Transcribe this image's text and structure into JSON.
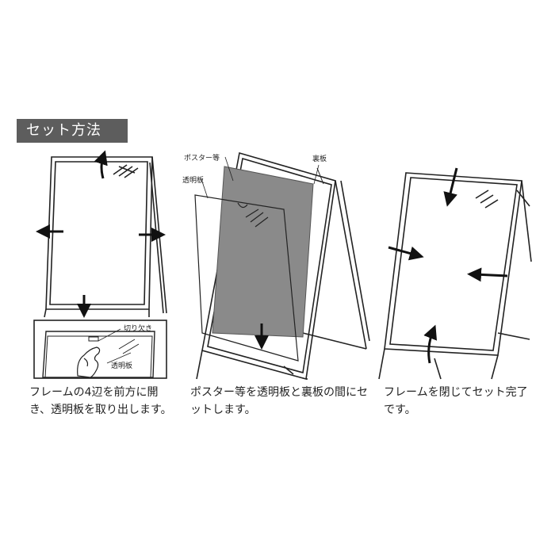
{
  "section_title": "セット方法",
  "labels": {
    "notch": "切り欠き",
    "transparent_board_inset": "透明板",
    "poster": "ポスター等",
    "transparent_board": "透明板",
    "back_board": "裏板"
  },
  "steps": [
    {
      "text": "フレームの4辺を前方に開き、透明板を取り出します。"
    },
    {
      "text": "ポスター等を透明板と裏板の間にセットします。"
    },
    {
      "text": "フレームを閉じてセット完了です。"
    }
  ],
  "icons": [
    "arrow-icon",
    "hand-icon"
  ]
}
